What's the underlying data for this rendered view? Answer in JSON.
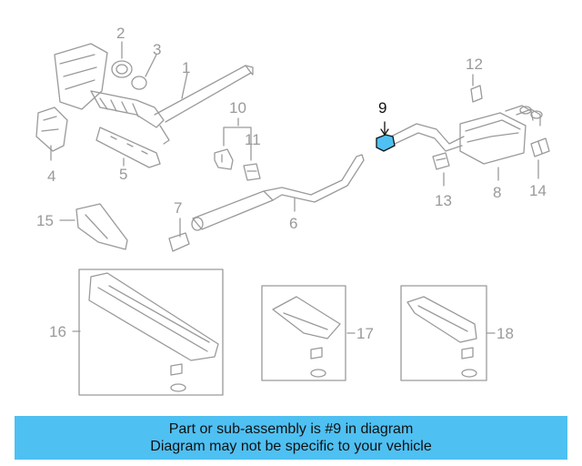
{
  "colors": {
    "line": "#9a9a9a",
    "highlight": "#4fc0f2",
    "banner_bg": "#4fc0f2",
    "banner_text": "#111111",
    "callout_active": "#111111"
  },
  "callouts": [
    "1",
    "2",
    "3",
    "4",
    "5",
    "6",
    "7",
    "8",
    "9",
    "10",
    "11",
    "12",
    "13",
    "14",
    "15",
    "16",
    "17",
    "18"
  ],
  "highlighted_part": "9",
  "banner": {
    "line1": "Part or sub-assembly is #9 in diagram",
    "line2": "Diagram may not be specific to your vehicle"
  }
}
